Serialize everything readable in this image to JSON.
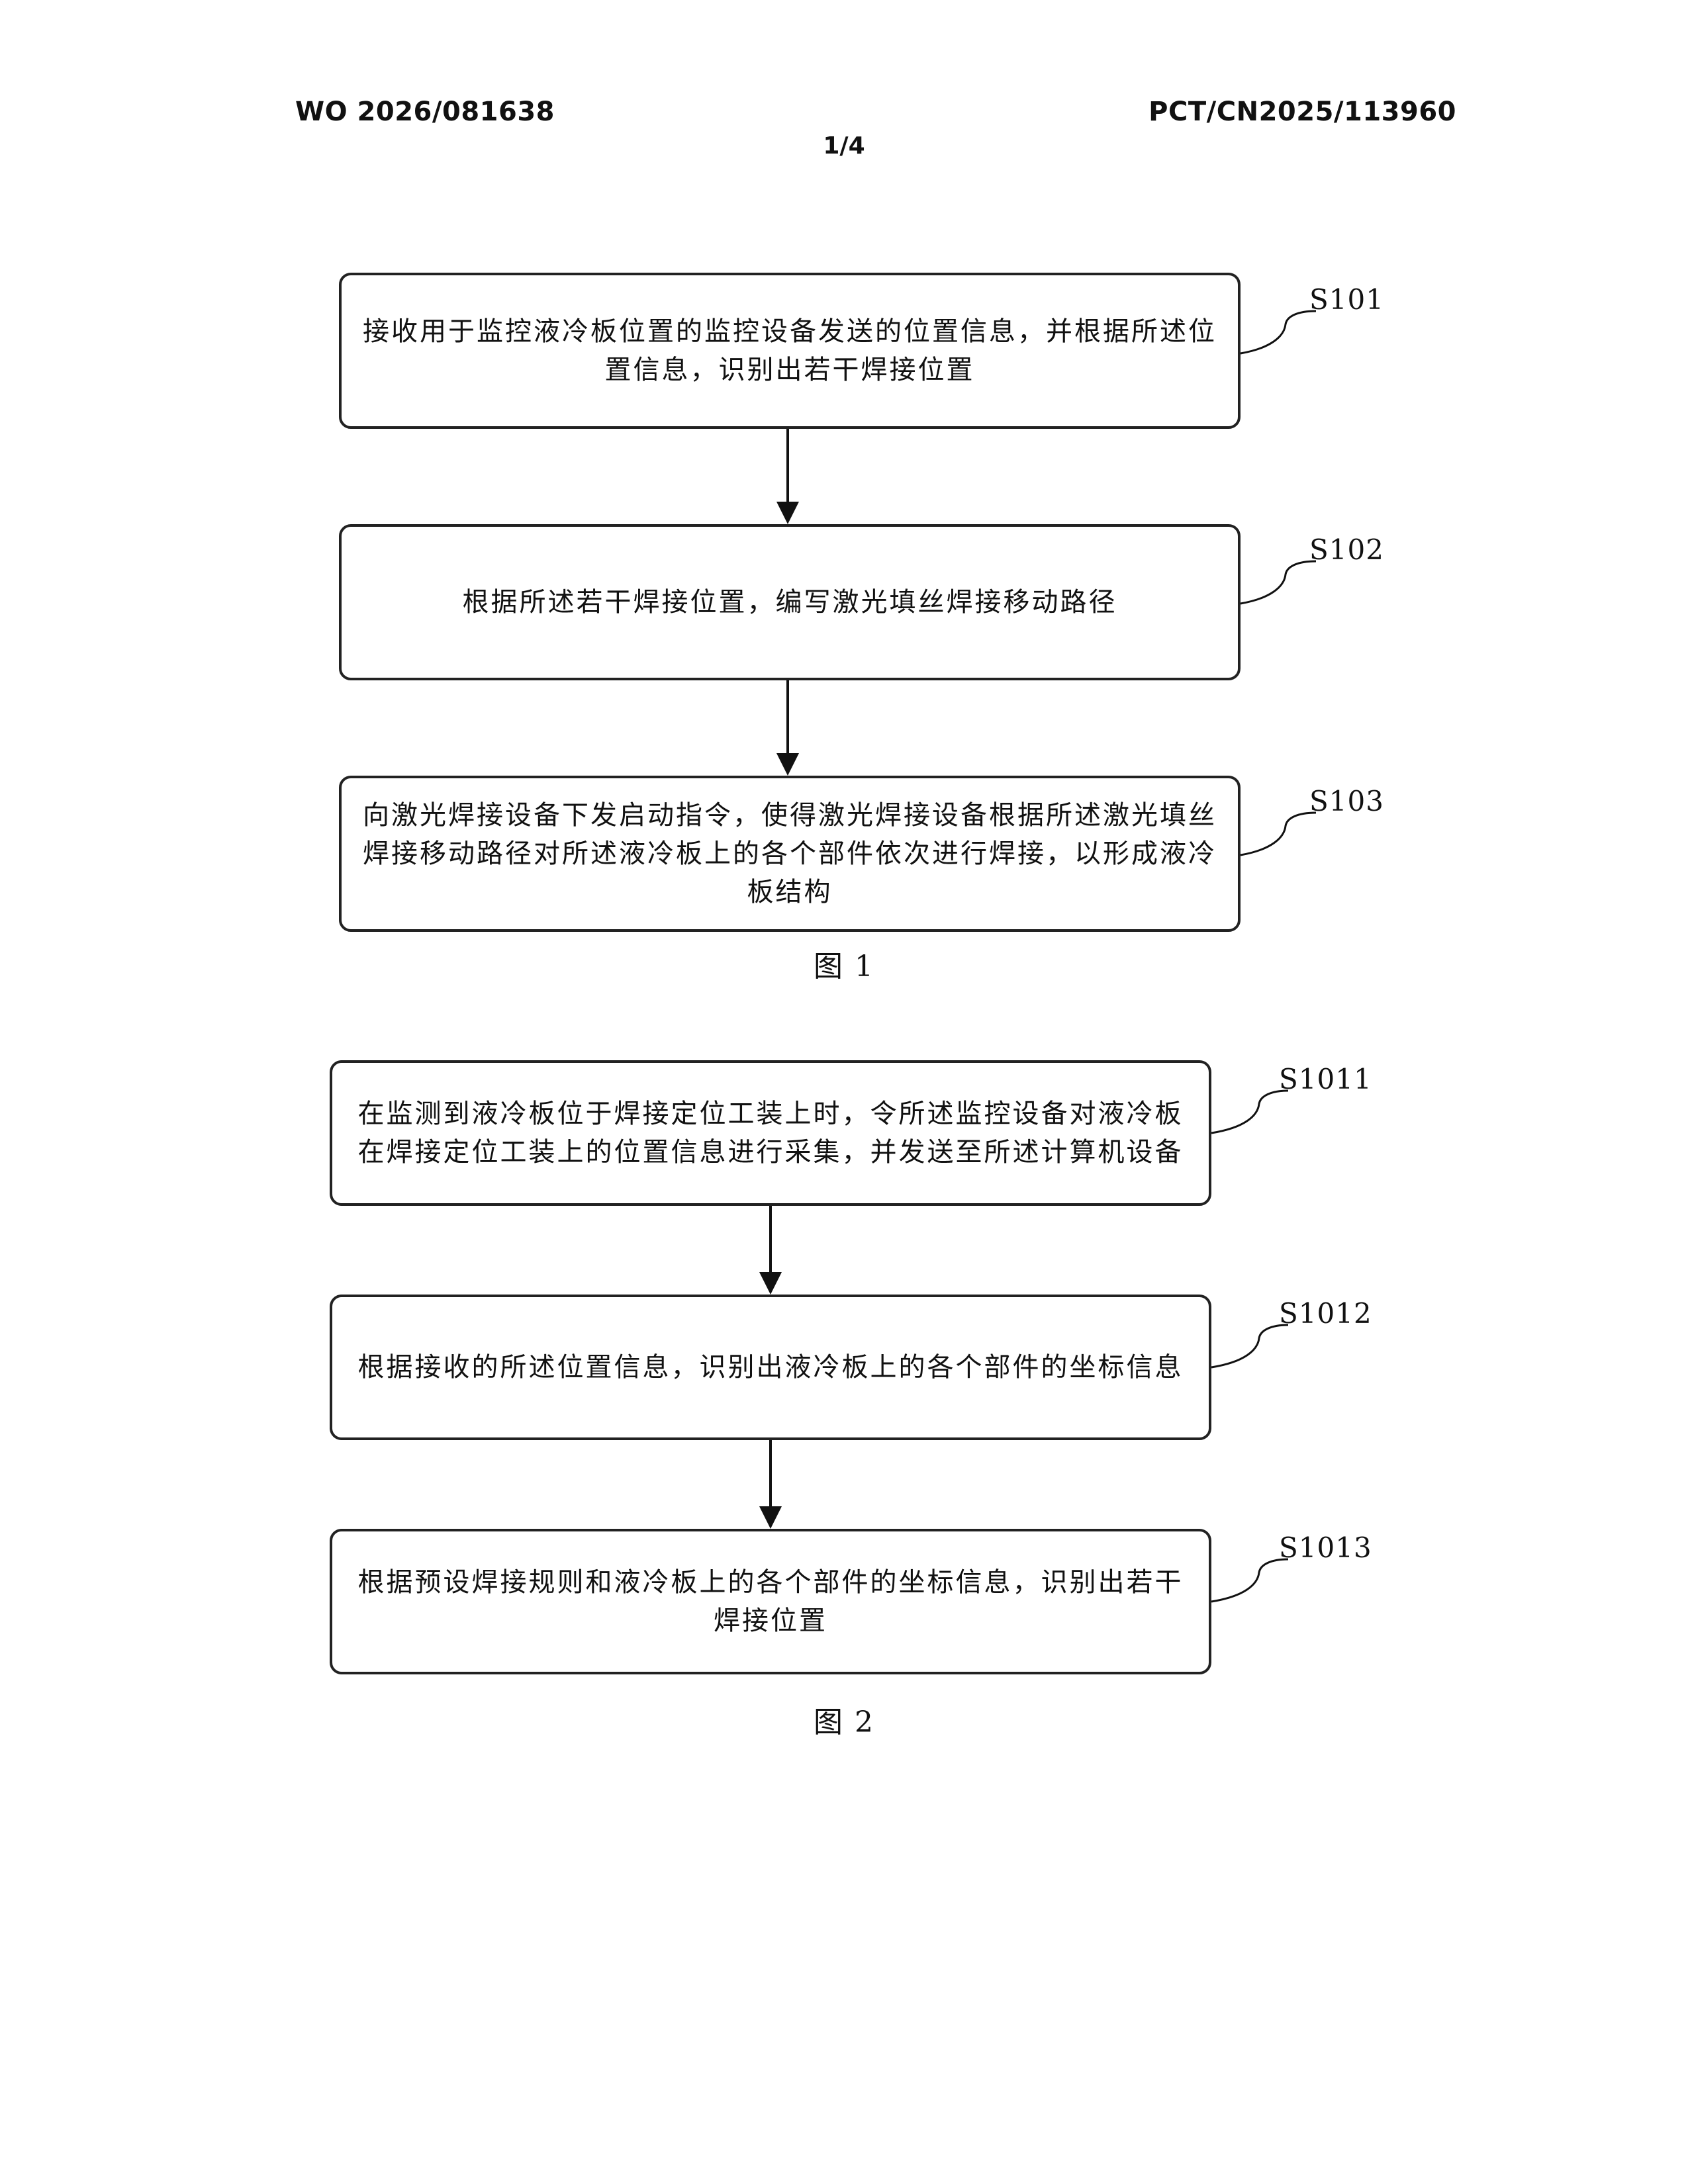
{
  "header": {
    "publication_number": "WO 2026/081638",
    "application_number": "PCT/CN2025/113960",
    "sheet": "1/4"
  },
  "figure1": {
    "caption": "图 1",
    "steps": [
      {
        "id": "S101",
        "text": "接收用于监控液冷板位置的监控设备发送的位置信息，并根据所述位置信息，识别出若干焊接位置"
      },
      {
        "id": "S102",
        "text": "根据所述若干焊接位置，编写激光填丝焊接移动路径"
      },
      {
        "id": "S103",
        "text": "向激光焊接设备下发启动指令，使得激光焊接设备根据所述激光填丝焊接移动路径对所述液冷板上的各个部件依次进行焊接，以形成液冷板结构"
      }
    ]
  },
  "figure2": {
    "caption": "图 2",
    "steps": [
      {
        "id": "S1011",
        "text": "在监测到液冷板位于焊接定位工装上时，令所述监控设备对液冷板在焊接定位工装上的位置信息进行采集，并发送至所述计算机设备"
      },
      {
        "id": "S1012",
        "text": "根据接收的所述位置信息，识别出液冷板上的各个部件的坐标信息"
      },
      {
        "id": "S1013",
        "text": "根据预设焊接规则和液冷板上的各个部件的坐标信息，识别出若干焊接位置"
      }
    ]
  }
}
